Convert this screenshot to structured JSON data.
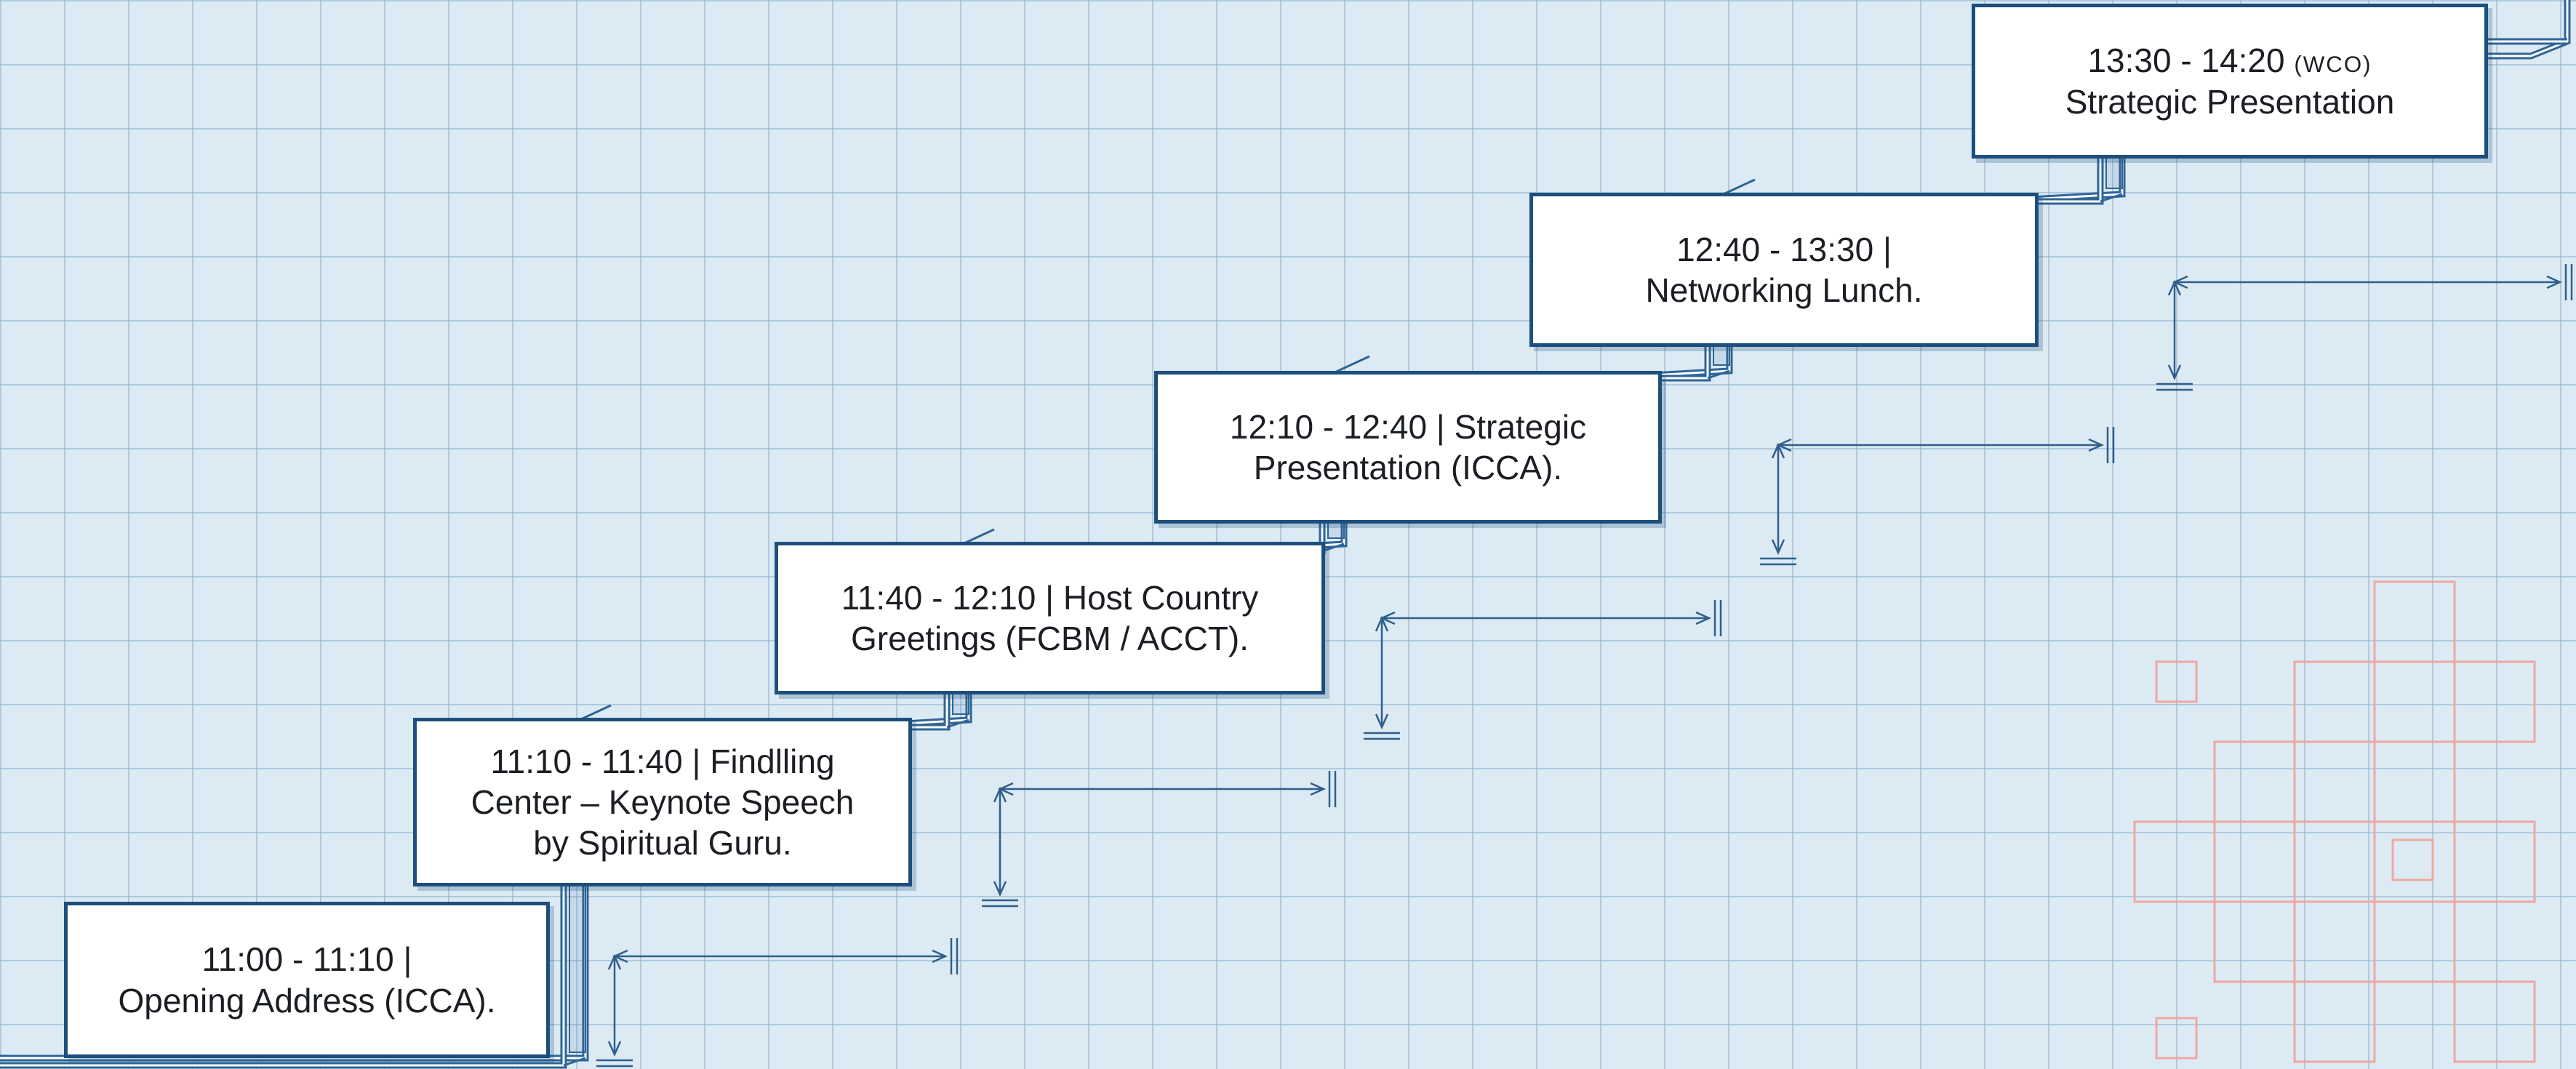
{
  "agenda": {
    "steps": [
      {
        "lines": [
          "11:00 - 11:10 |",
          "Opening Address (ICCA)."
        ]
      },
      {
        "lines": [
          "11:10 - 11:40 | Findlling",
          "Center – Keynote Speech",
          "by Spiritual Guru."
        ]
      },
      {
        "lines": [
          "11:40 - 12:10 | Host Country",
          "Greetings (FCBM / ACCT)."
        ]
      },
      {
        "lines": [
          "12:10 - 12:40 | Strategic",
          "Presentation (ICCA)."
        ]
      },
      {
        "lines": [
          "12:40 - 13:30 |",
          "Networking Lunch."
        ]
      },
      {
        "time": "13:30 - 14:20",
        "tag": "(WCO)",
        "title": "Strategic Presentation"
      }
    ]
  },
  "colors": {
    "background": "#dceaf4",
    "grid": "#8cafcd",
    "stair_line": "#2e6596",
    "box_border": "#1d4f7c",
    "decor_squares": "#f0a8a0"
  }
}
